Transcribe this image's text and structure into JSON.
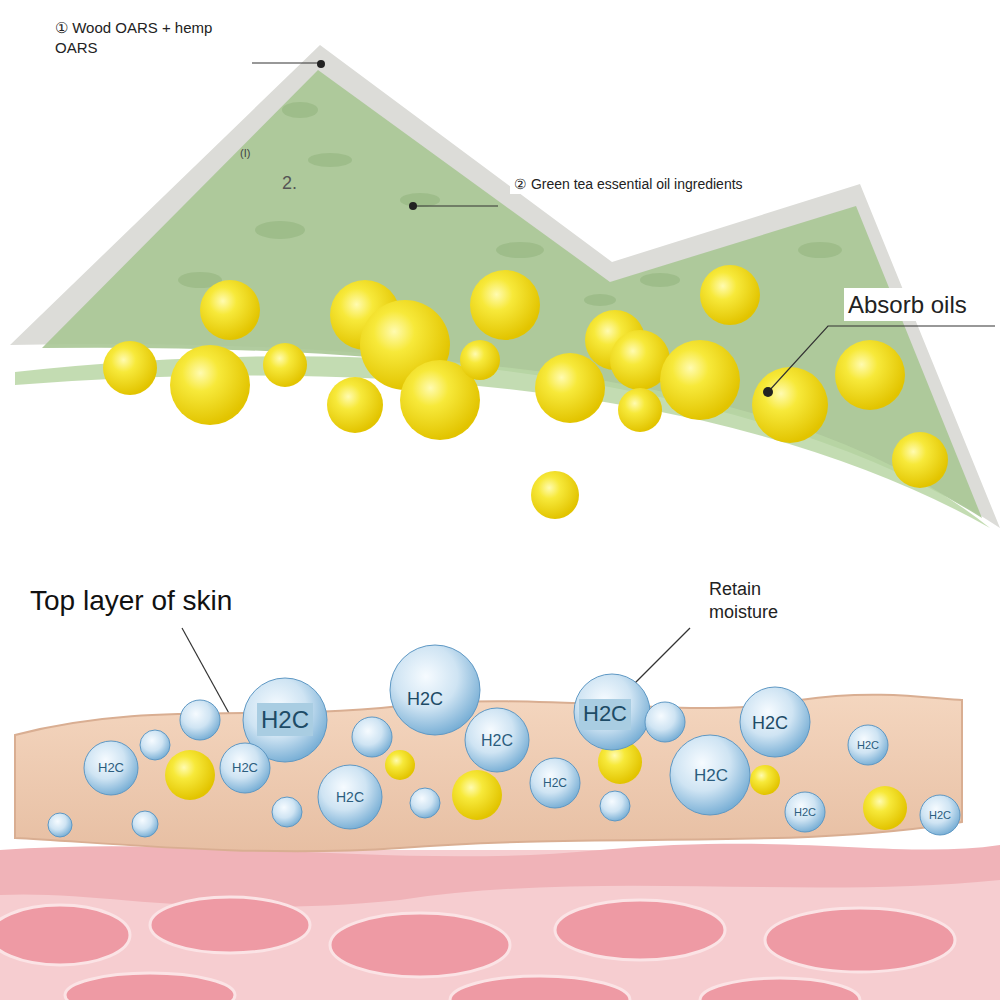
{
  "diagram": {
    "labels": [
      "① Wood OARS + hemp OARS",
      "(I)",
      "2.",
      "② Green tea essential oil ingredients",
      "Absorb oils",
      "Top layer of skin",
      "Retain moisture",
      "H2C",
      "H2C",
      "H2C",
      "H2C",
      "H2C",
      "H2C",
      "H2C",
      "H2C",
      "H2C",
      "H2C",
      "H2C",
      "H2C",
      "H2C"
    ]
  }
}
